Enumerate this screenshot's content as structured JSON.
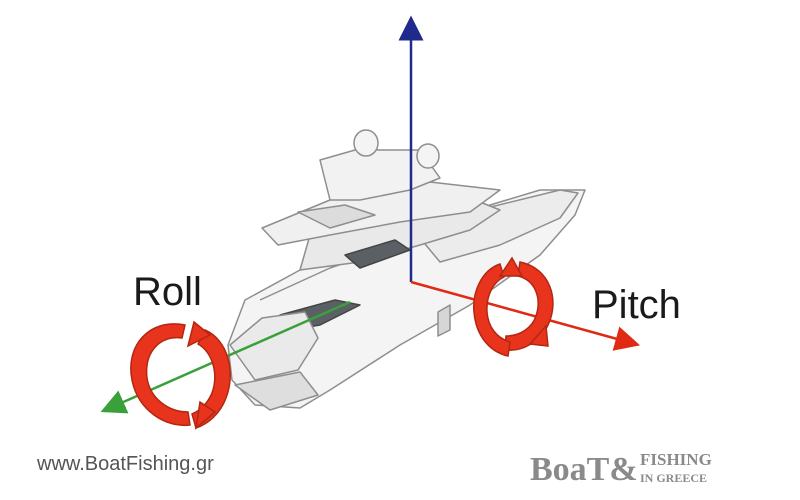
{
  "labels": {
    "roll": "Roll",
    "pitch": "Pitch"
  },
  "footer": {
    "url": "www.BoatFishing.gr"
  },
  "logo": {
    "text": "BoaT&FISHING IN GREECE",
    "color": "#8a8a8a"
  },
  "colors": {
    "vertical_axis": "#1f2a8c",
    "pitch_axis": "#e02a14",
    "roll_axis": "#3aa03a",
    "rotation_arrows": "#e8341c",
    "boat_outline": "#9a9a9a"
  },
  "icons": {
    "roll_rotation": "circular-arrow-icon",
    "pitch_rotation": "circular-arrow-icon"
  }
}
